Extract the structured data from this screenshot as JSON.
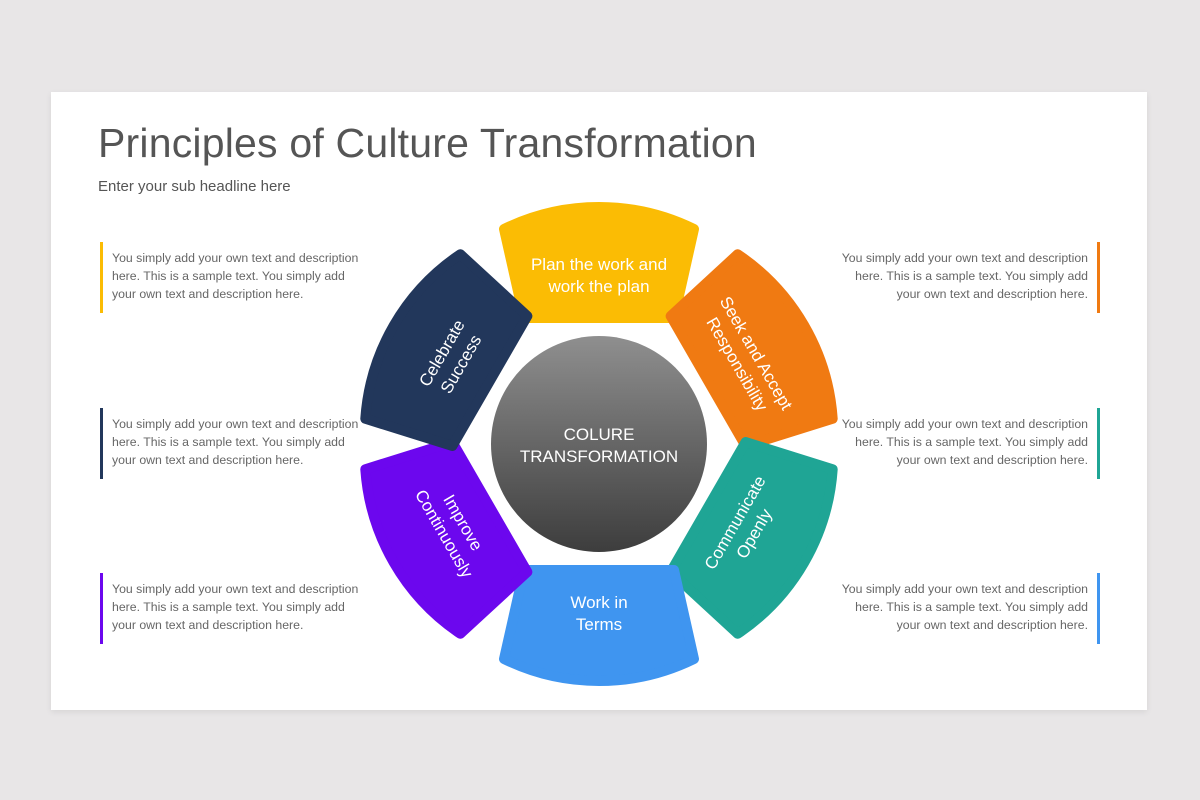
{
  "slide": {
    "title": "Principles of Culture Transformation",
    "subtitle": "Enter your sub headline here"
  },
  "center": {
    "line1": "COLURE",
    "line2": "TRANSFORMATION"
  },
  "segments": [
    {
      "name": "plan",
      "line1": "Plan the work and",
      "line2": "work the plan",
      "color": "#FBBC04"
    },
    {
      "name": "seek",
      "line1": "Seek and Accept",
      "line2": "Responsibility",
      "color": "#F07A12"
    },
    {
      "name": "communicate",
      "line1": "Communicate",
      "line2": "Openly",
      "color": "#1FA595"
    },
    {
      "name": "work",
      "line1": "Work in",
      "line2": "Terms",
      "color": "#3F95F0"
    },
    {
      "name": "improve",
      "line1": "Improve",
      "line2": "Continuously",
      "color": "#6C07EE"
    },
    {
      "name": "celebrate",
      "line1": "Celebrate",
      "line2": "Success",
      "color": "#22375B"
    }
  ],
  "descriptions": {
    "left": [
      {
        "text": "You simply add your own text and description here.  This is a sample text. You simply add your own text and description here.",
        "color": "#FBBC04"
      },
      {
        "text": "You simply add your own text and description here.  This is a sample text. You simply add your own text and description here.",
        "color": "#22375B"
      },
      {
        "text": "You simply add your own text and description here.  This is a sample text. You simply add your own text and description here.",
        "color": "#6C07EE"
      }
    ],
    "right": [
      {
        "text": "You simply add your own text and description here.  This is a sample text. You simply add your own text and description here.",
        "color": "#F07A12"
      },
      {
        "text": "You simply add your own text and description here.  This is a sample text. You simply add your own text and description here.",
        "color": "#1FA595"
      },
      {
        "text": "You simply add your own text and description here.  This is a sample text. You simply add your own text and description here.",
        "color": "#3F95F0"
      }
    ]
  }
}
